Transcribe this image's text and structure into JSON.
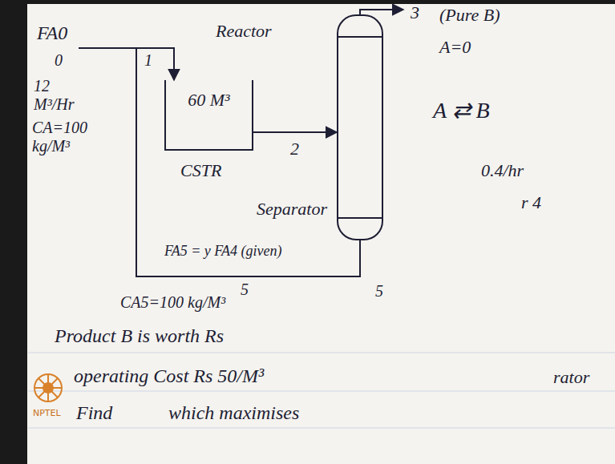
{
  "diagram": {
    "nodes": [
      {
        "text": [
          "Reactor",
          "60 M³",
          "CSTR"
        ]
      },
      {
        "text": [
          "Separator"
        ]
      }
    ],
    "edges": [
      {
        "from": 0,
        "to": 1,
        "arrow": "to",
        "label": "2"
      },
      {
        "from": 1,
        "to": 0,
        "arrow": "to"
      }
    ],
    "labels": [
      "FA0",
      "0",
      "1",
      "12 M³/Hr",
      "CA=100 kg/M³",
      "3",
      "(Pure B)",
      "A=0",
      "A ⇄ B",
      "0.4/hr",
      "r 4",
      "FA5 = y FA4 (given)",
      "5",
      "5",
      "CA5=100 kg/M³",
      "Product B is worth Rs",
      "operating Cost Rs 50/M³",
      "rator",
      "Find",
      "which maximises",
      "NPTEL"
    ]
  }
}
